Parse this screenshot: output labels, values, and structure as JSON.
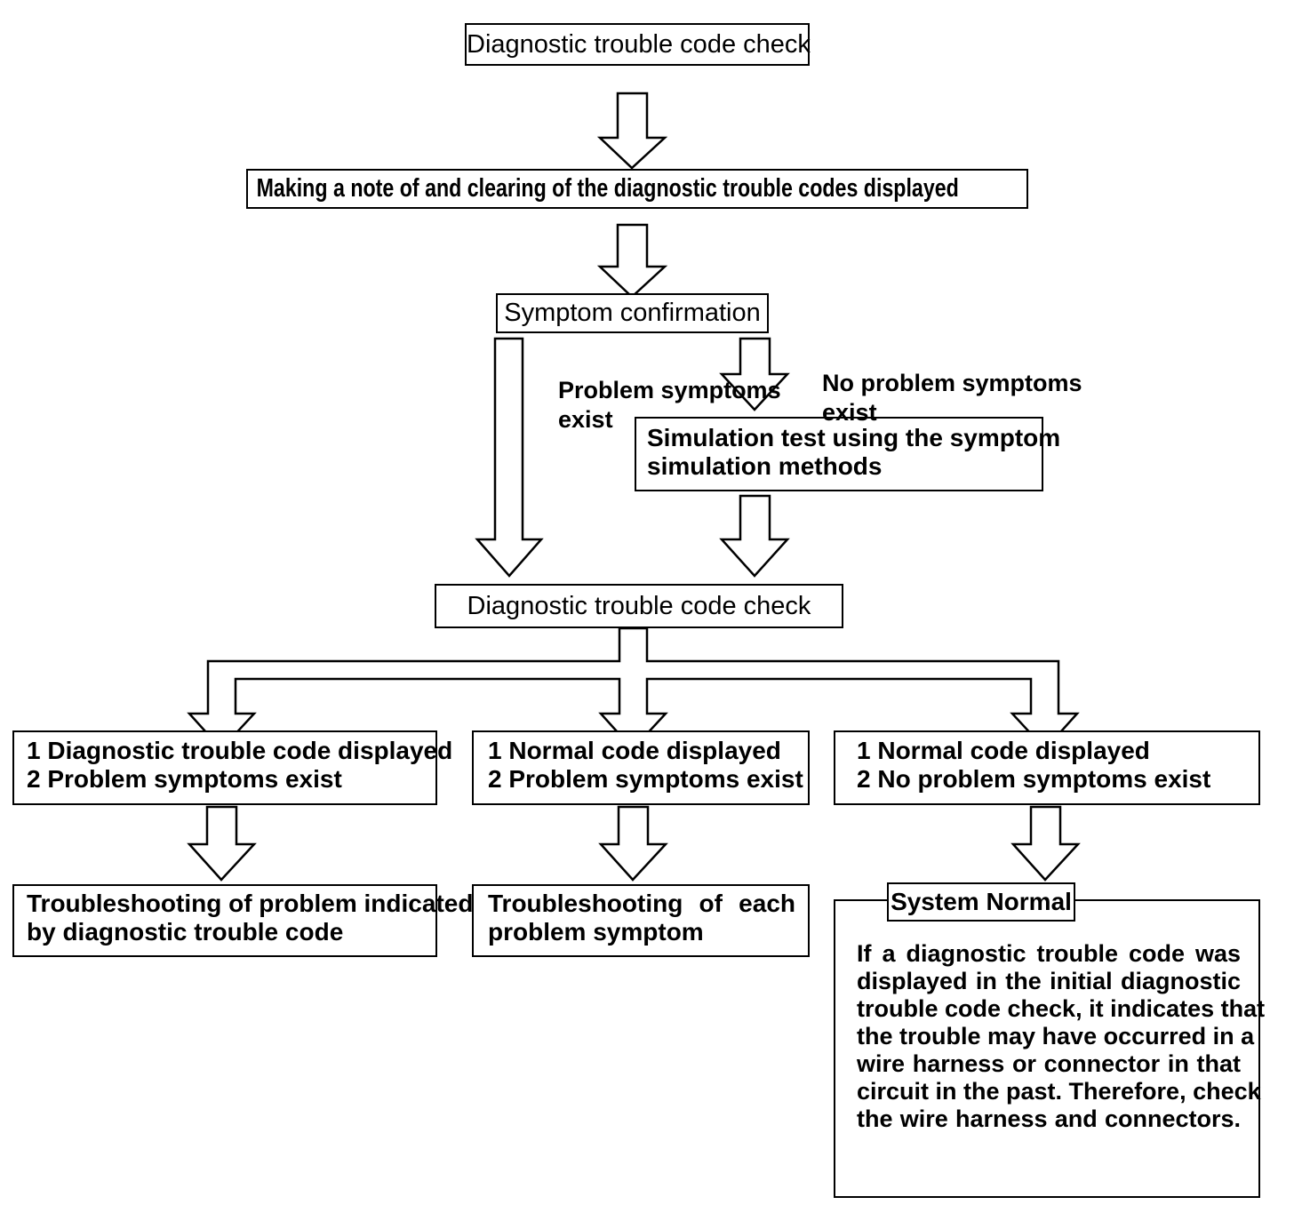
{
  "diagram": {
    "type": "flowchart",
    "title": "Diagnostic trouble code check flowchart",
    "nodes": {
      "start_check": {
        "label": "Diagnostic trouble code check"
      },
      "note_clear": {
        "label": "Making a note of and clearing of the diagnostic trouble codes displayed"
      },
      "symptom_confirmation": {
        "label": "Symptom confirmation"
      },
      "simulation_test": {
        "line1": "Simulation test using the symptom",
        "line2": "simulation methods"
      },
      "second_check": {
        "label": "Diagnostic trouble code check"
      },
      "outcome_left": {
        "line1": "1 Diagnostic trouble code displayed",
        "line2": "2 Problem symptoms exist"
      },
      "outcome_middle": {
        "line1": "1 Normal code displayed",
        "line2": "2 Problem symptoms exist"
      },
      "outcome_right": {
        "line1": "1 Normal code displayed",
        "line2": "2 No problem symptoms exist"
      },
      "result_left": {
        "line1": "Troubleshooting of problem indicated",
        "line2": "by diagnostic trouble code"
      },
      "result_middle": {
        "line1": "Troubleshooting of each",
        "line2": "problem symptom"
      },
      "result_right": {
        "title": "System Normal",
        "line1": "If a diagnostic trouble code was",
        "line2": "displayed in the initial diagnostic",
        "line3": "trouble code check, it indicates that",
        "line4": "the trouble may have occurred in a",
        "line5": "wire harness or connector in that",
        "line6": "circuit in the past. Therefore, check",
        "line7": "the wire harness and connectors."
      }
    },
    "edge_labels": {
      "problem_exist": {
        "line1": "Problem symptoms",
        "line2": "exist"
      },
      "no_problem_exist": {
        "line1": "No problem symptoms",
        "line2": "exist"
      }
    },
    "colors": {
      "stroke": "#000000",
      "fill": "#ffffff",
      "text": "#000000"
    }
  }
}
